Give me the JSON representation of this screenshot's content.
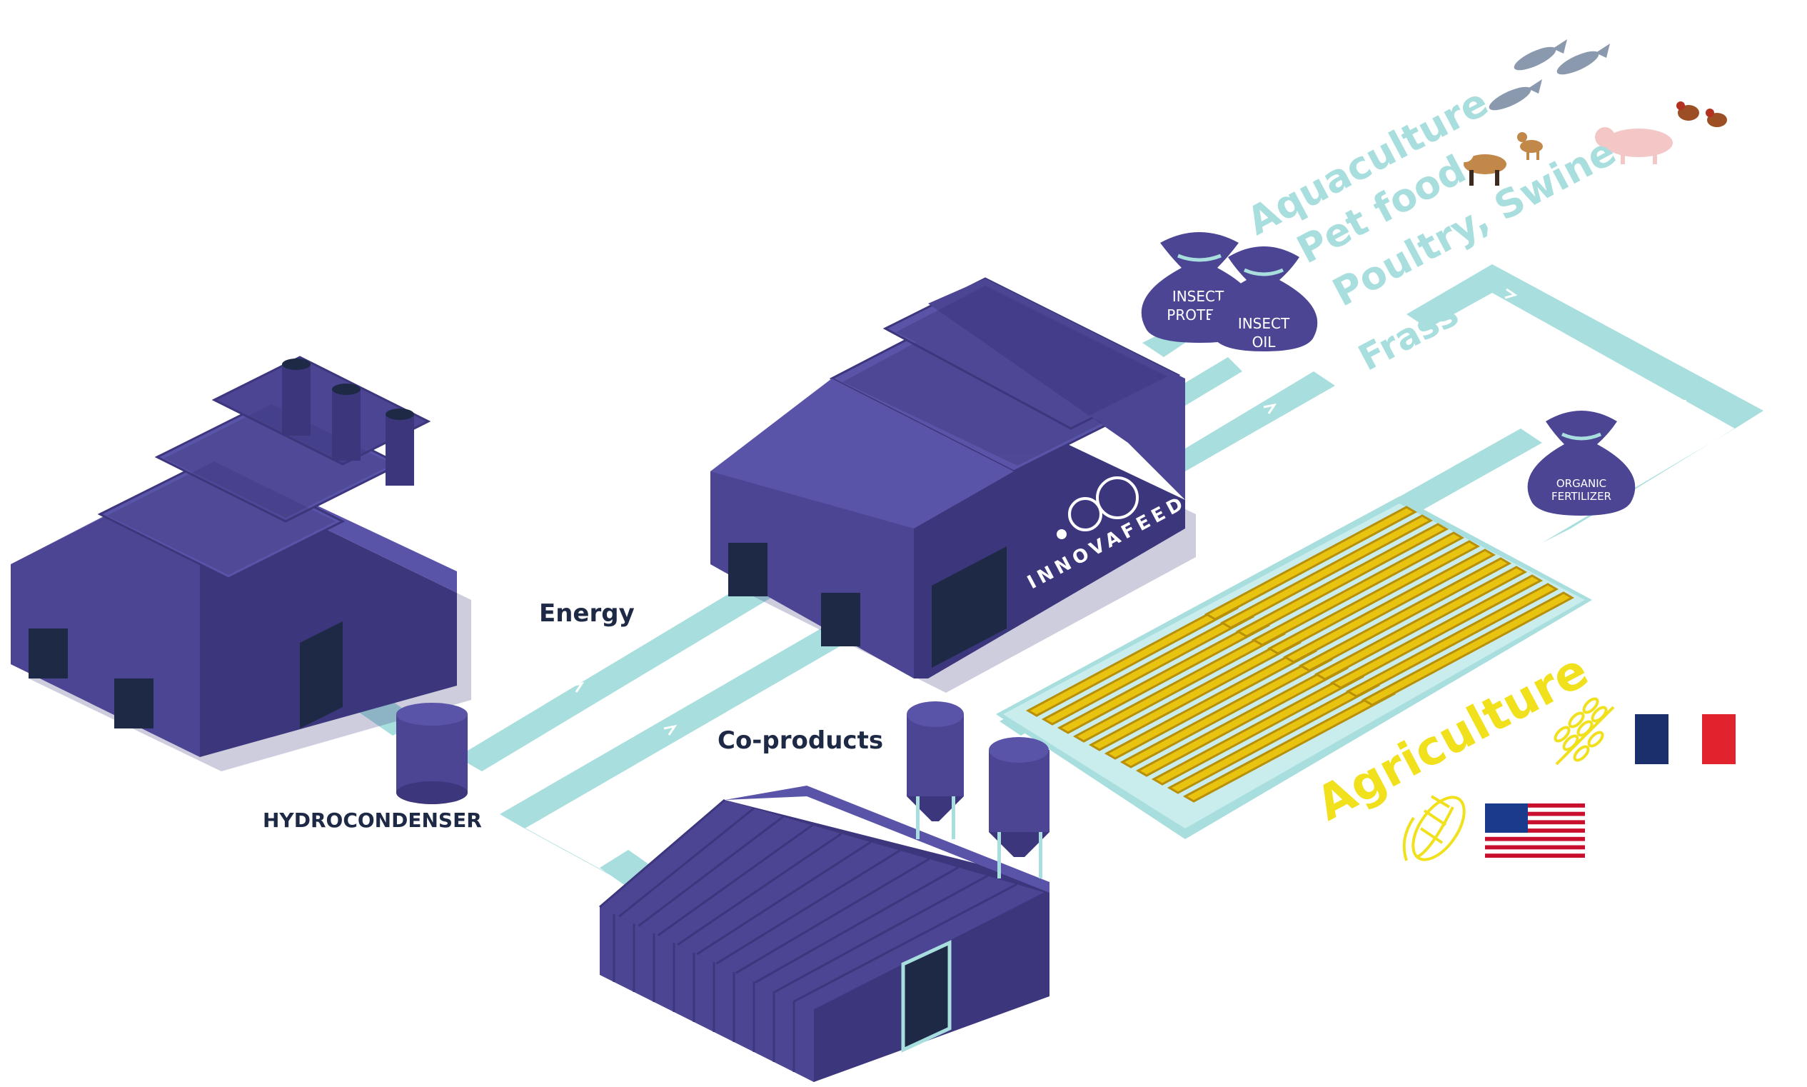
{
  "labels": {
    "energy": "Energy",
    "coproducts": "Co-products",
    "hydrocondenser": "HYDROCONDENSER",
    "brand": "INNOVAFEED"
  },
  "bags": {
    "protein": [
      "INSECT",
      "PROTEIN"
    ],
    "oil": [
      "INSECT",
      "OIL"
    ],
    "fertilizer": [
      "ORGANIC",
      "FERTILIZER"
    ]
  },
  "markets": {
    "aquaculture": "Aquaculture",
    "petfood": "Pet food",
    "poultry": "Poultry, Swine",
    "frass": "Frass",
    "agriculture": "Agriculture"
  },
  "icons": [
    "fish-icon",
    "dog-icon",
    "pig-icon",
    "chicken-icon",
    "wheat-icon",
    "corn-icon",
    "france-flag-icon",
    "usa-flag-icon"
  ],
  "colors": {
    "building_front": "#4b4594",
    "building_side": "#3c367c",
    "building_roof": "#5a54a8",
    "pipe": "#a8dede",
    "field": "#e8c410",
    "label_dark": "#1e2a45",
    "agri_yellow": "#f1e01c"
  }
}
